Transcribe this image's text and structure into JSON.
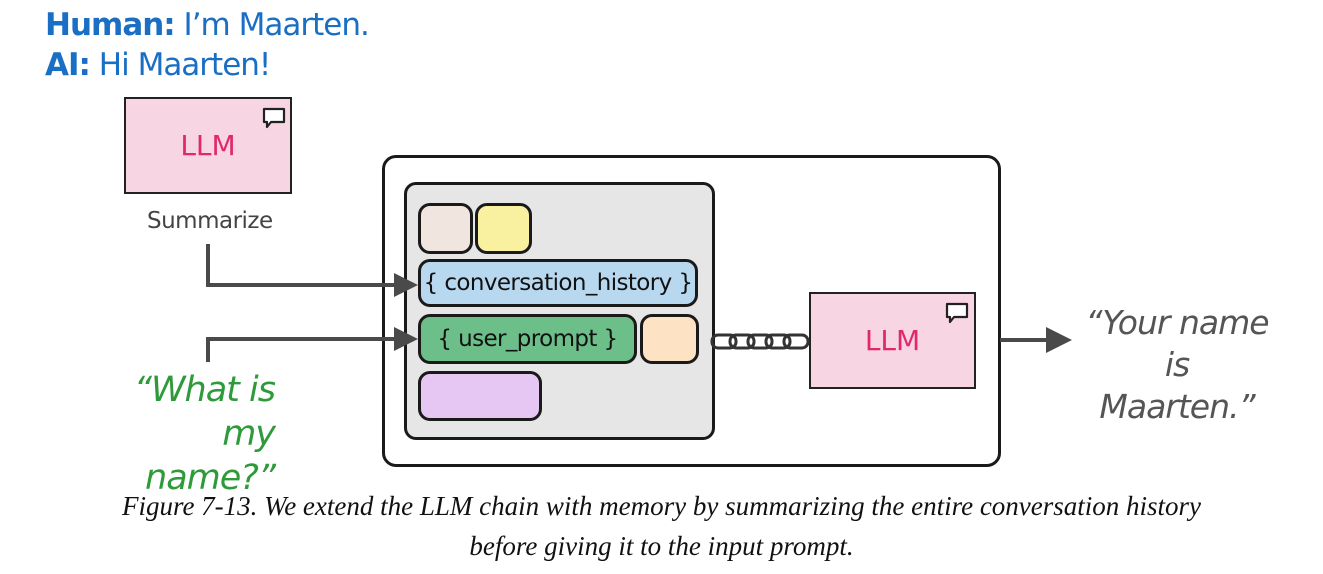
{
  "dialog": {
    "human_speaker": "Human:",
    "human_text": " I’m Maarten.",
    "ai_speaker": "AI:",
    "ai_text": " Hi Maarten!"
  },
  "summarize_llm": {
    "label": "LLM",
    "icon": "chat-bubble-icon"
  },
  "summarize_label": "Summarize",
  "question": {
    "line1": "“What is",
    "line2": "my name?”"
  },
  "template": {
    "conversation_history": "{ conversation_history }",
    "user_prompt": "{ user_prompt }"
  },
  "chain_llm": {
    "label": "LLM",
    "icon": "chat-bubble-icon"
  },
  "answer": {
    "line1": "“Your name is",
    "line2": "Maarten.”"
  },
  "caption": {
    "line1": "Figure 7-13. We extend the LLM chain with memory by summarizing the entire conversation history",
    "line2": "before giving it to the input prompt."
  },
  "colors": {
    "dialog": "#1a6fc4",
    "llm_fill": "#f8d5e3",
    "llm_text": "#e0286a",
    "question": "#2e9a3a",
    "pill_history": "#b8d8f0",
    "pill_prompt": "#6dbf8a",
    "pill_beige": "#f1e6df",
    "pill_yellow": "#faf1a0",
    "pill_peach": "#fde3c4",
    "pill_lavender": "#e6c6f2"
  }
}
